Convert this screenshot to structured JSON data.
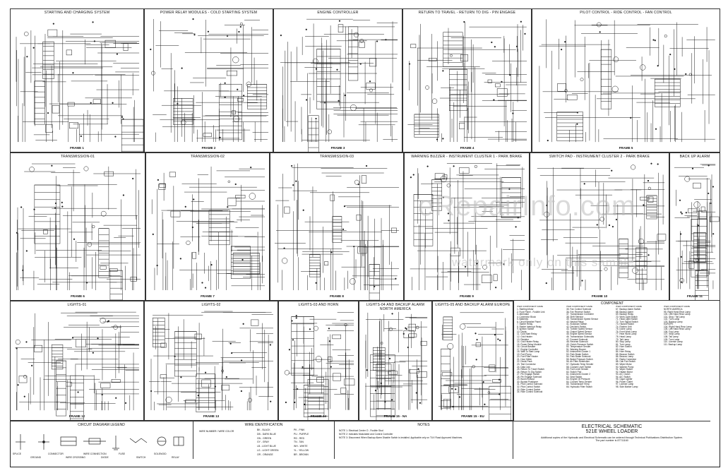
{
  "rows": [
    {
      "frames": [
        {
          "id": "f1",
          "title": "STARTING AND CHARGING SYSTEM",
          "label": "FRAME 1"
        },
        {
          "id": "f2",
          "title": "POWER RELAY MODULES - COLD STARTING SYSTEM",
          "label": "FRAME 2"
        },
        {
          "id": "f3",
          "title": "ENGINE CONTROLLER",
          "label": "FRAME 3"
        },
        {
          "id": "f4",
          "title": "RETURN TO TRAVEL - RETURN TO DIG - PIN ENGAGE",
          "label": "FRAME 4"
        },
        {
          "id": "f5",
          "title": "PILOT CONTROL - RIDE CONTROL - FAN CONTROL",
          "label": "FRAME 5"
        }
      ]
    },
    {
      "frames": [
        {
          "id": "f6",
          "title": "TRANSMISSION-01",
          "label": "FRAME 6"
        },
        {
          "id": "f7",
          "title": "TRANSMISSION-02",
          "label": "FRAME 7"
        },
        {
          "id": "f8",
          "title": "TRANSMISSION-03",
          "label": "FRAME 8"
        },
        {
          "id": "f9",
          "title": "WARNING BUZZER - INSTRUMENT CLUSTER 1 - PARK BRAKE",
          "label": "FRAME 9"
        },
        {
          "id": "f10",
          "title": "SWITCH PAD - INSTRUMENT CLUSTER 2 - PARK BRAKE",
          "label": "FRAME 10"
        },
        {
          "id": "f11",
          "title": "BACK UP ALARM",
          "label": "FRAME 11"
        }
      ]
    },
    {
      "frames": [
        {
          "id": "f12",
          "title": "LIGHTS-01",
          "label": "FRAME 12"
        },
        {
          "id": "f13",
          "title": "LIGHTS-02",
          "label": "FRAME 13"
        },
        {
          "id": "f14",
          "title": "LIGHTS-03 AND HORN",
          "label": "FRAME 14"
        },
        {
          "id": "f15",
          "title": "LIGHTS-04 AND BACKUP ALARM NORTH AMERICA",
          "label": "FRAME 15 - NA"
        },
        {
          "id": "f16",
          "title": "LIGHTS-05 AND BACKUP ALARM EUROPE",
          "label": "FRAME 15 - EU"
        }
      ]
    }
  ],
  "watermark": {
    "main": "eRepairInfo.com",
    "sub": "watermark only on this sample"
  },
  "component": {
    "title": "COMPONENT",
    "col_header": "ITEM  COMPONENT NAME",
    "columns": [
      [
        "1. Starting Motor",
        "2. Fuse Panel - Fusible Link",
        "3. Alternator",
        "4. Connector Block",
        "5. Batteries",
        "6. Circuit Breaker Panel",
        "7. Starter Relay",
        "8. Starter Interrupt Relay",
        "9. Ignition Switch",
        "10. Diode",
        "11. Cold Start Relay",
        "12. Grid Heater",
        "13. Resistor",
        "14. Grid Heater Relay",
        "15. Power Relay Module",
        "16. Circuit Breaker",
        "17. Engine Controller",
        "18. Wait To Start Lamp",
        "19. Fuel Pump",
        "20. Fuel Filter Heater",
        "21. Hour Meter",
        "22. Diode Pack",
        "23. Test Connector",
        "24. Data Link",
        "25. Return To Travel Switch",
        "26. Return To Dig Switch",
        "27. Pin Engage Switch",
        "28. Pin Engage Solenoid",
        "29. Boom Kickout",
        "30. Bucket Positioner",
        "31. Pilot Control Solenoid",
        "32. Pilot Control Switch",
        "33. Ride Control Switch",
        "34. Ride Control Solenoid"
      ],
      [
        "35. Fan Control Solenoid",
        "36. Fan Reverse Switch",
        "37. Transmission Controller",
        "38. Shift Selector",
        "39. Transmission Speed Sensor",
        "40. Neutral Relay",
        "41. Kickdown Switch",
        "42. Declutch Switch",
        "43. Turbine Speed Sensor",
        "44. Output Speed Sensor",
        "45. Engine Speed Sensor",
        "46. Transmission Solenoids",
        "47. Forward Solenoid",
        "48. Reverse Solenoid",
        "49. Clutch Pressure Switch",
        "50. Temperature Sender",
        "51. Warning Buzzer",
        "52. Instrument Cluster 1",
        "53. Park Brake Switch",
        "54. Park Brake Solenoid",
        "55. Brake Pressure Switch",
        "56. Air Filter Restriction",
        "57. Hydraulic Temp Sender",
        "58. Coolant Level Switch",
        "59. Fuel Level Sender",
        "60. Switch Pad",
        "61. Instrument Cluster 2",
        "62. Seat Switch",
        "63. Engine Oil Pressure",
        "64. Coolant Temp Sender",
        "65. Transmission Temp",
        "66. Hydraulic Filter Switch"
      ],
      [
        "67. Backup Alarm Switch",
        "68. Backup Alarm",
        "69. Backup Relay",
        "70. Work Light Switch",
        "71. Head Light Switch",
        "72. Turn Signal Switch",
        "73. Hazard Switch",
        "74. Flasher Unit",
        "75. Dome Lamp",
        "76. Front Work Lamp",
        "77. Rear Work Lamp",
        "78. Head Lamp",
        "79. Tail Lamp",
        "80. Stop Lamp",
        "81. Turn Lamp",
        "82. Horn Switch",
        "83. Horn",
        "84. Horn Relay",
        "85. Beacon Switch",
        "86. Beacon Lamp",
        "87. Radio Connector",
        "88. Cab Fan Switch",
        "89. Wiper Motor",
        "90. Washer Pump",
        "91. Wiper Switch",
        "92. Heater Motor",
        "93. A/C Clutch",
        "94. A/C Switch",
        "95. Cigar Lighter",
        "96. Power Outlet",
        "97. License Lamp",
        "98. Side Marker Lamp"
      ],
      [
        "NORTH AMERICA",
        "99. Right Hand Rear Lamp",
        "100. Left Hand Rear Lamp",
        "101. Stop / Tail Lamp",
        "102. Turn Lamp",
        "103. Backup Lamp",
        "EUROPE",
        "104. Right Hand Rear Lamp",
        "105. Left Hand Rear Lamp",
        "106. Fog Lamp",
        "107. Stop Lamp",
        "108. Tail Lamp",
        "109. Turn Lamp",
        "110. License Lamp",
        "111. Backup Lamp"
      ]
    ]
  },
  "legend": {
    "circuit_title": "CIRCUIT DIAGRAM LEGEND",
    "circuit_items": [
      "SPLICE",
      "GROUND",
      "CONNECTOR",
      "WIRE CROSSING",
      "WIRE CONNECTION",
      "DIODE",
      "FUSE",
      "SWITCH",
      "SOLENOID",
      "RELAY"
    ],
    "wire_title": "WIRE IDENTIFICATION",
    "wire_items": [
      "BK - BLACK",
      "DB - DARK BLUE",
      "GN - GREEN",
      "GY - GRAY",
      "LB - LIGHT BLUE",
      "LG - LIGHT GREEN",
      "OR - ORANGE",
      "PK - PINK",
      "PU - PURPLE",
      "RD - RED",
      "TN - TAN",
      "WH - WHITE",
      "YL - YELLOW",
      "BR - BROWN"
    ],
    "wire_example": "WIRE NUMBER / WIRE COLOR",
    "notes_title": "NOTES",
    "notes": [
      "NOTE 1: Electrical Center O - Fusible Stud",
      "NOTE 2: Indicates Modulated and Control Controller",
      "NOTE 3: Disconnect When Backup Alarm Disable Switch is installed. Applicable only on TUV Road Approved Machines."
    ]
  },
  "title_block": {
    "line1": "ELECTRICAL SCHEMATIC",
    "line2": "521E WHEEL LOADER",
    "line3": "Additional copies of the Hydraulic and Electrical Schematic can be ordered through Technical Publications Distribution System.",
    "line4": "The part number is 87711160"
  }
}
